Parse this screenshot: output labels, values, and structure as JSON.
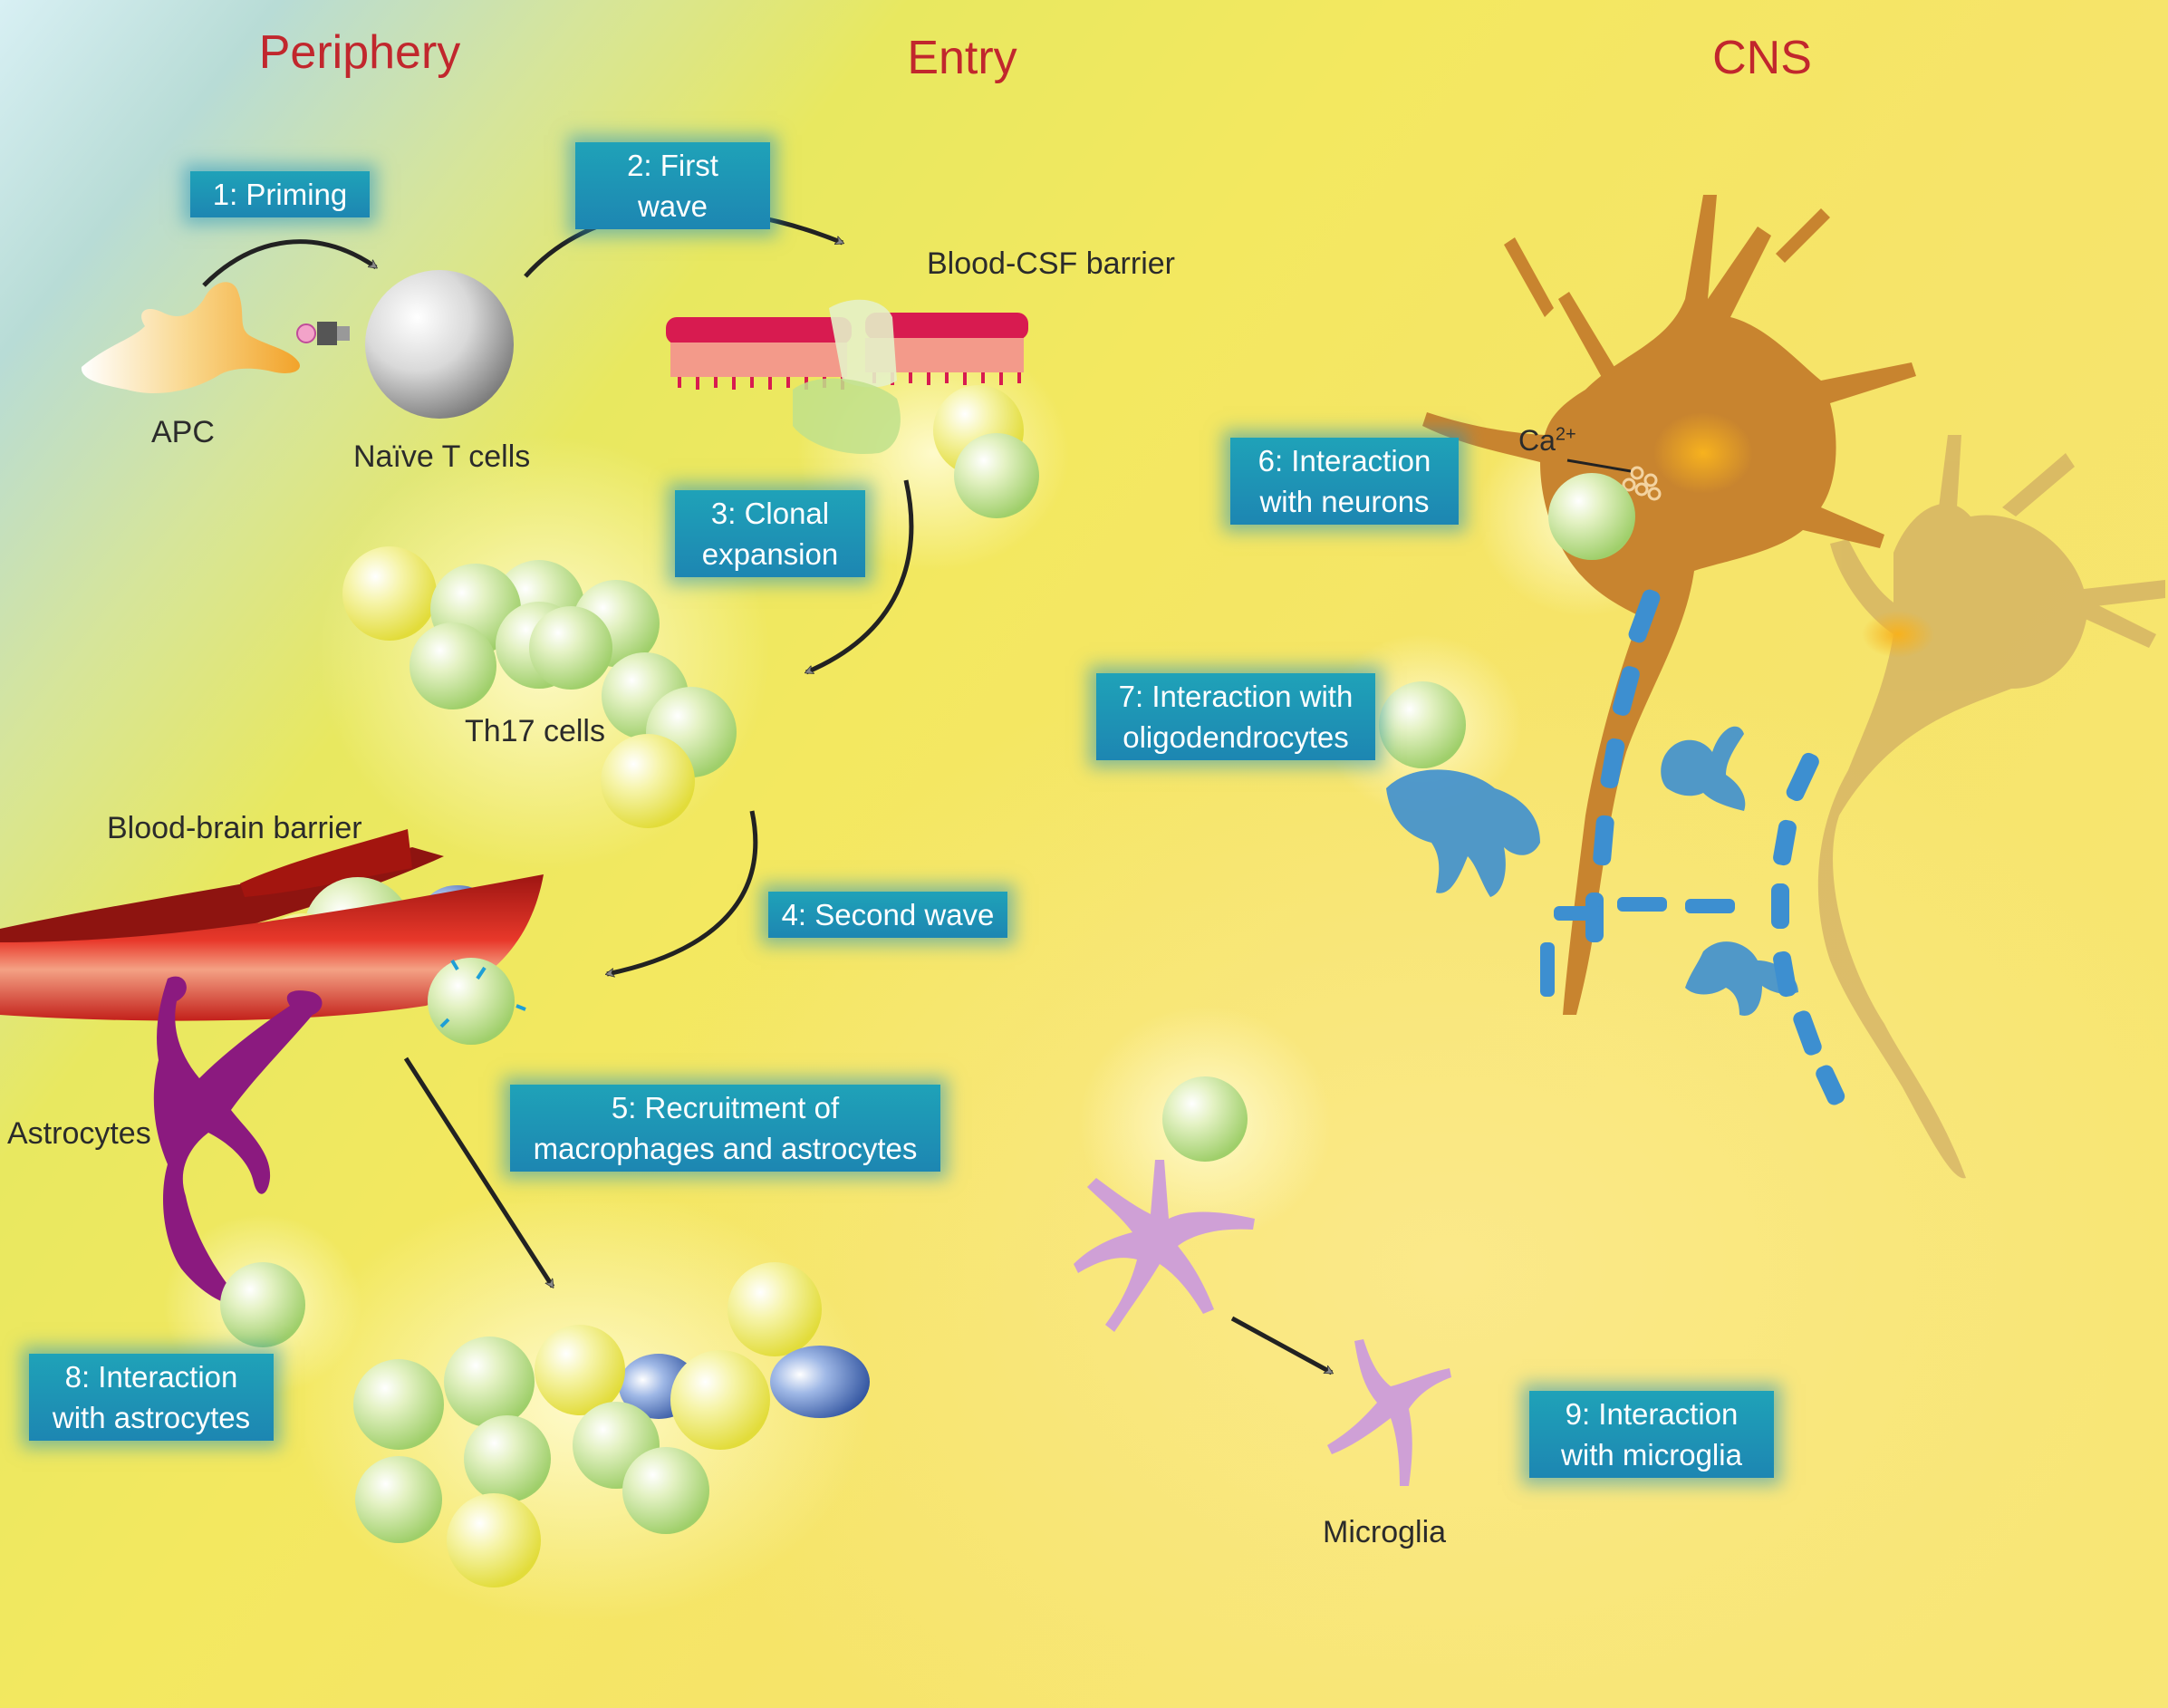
{
  "regions": {
    "periphery": "Periphery",
    "entry": "Entry",
    "cns": "CNS"
  },
  "steps": {
    "s1": [
      "1: Priming"
    ],
    "s2": [
      "2: First wave"
    ],
    "s3": [
      "3: Clonal",
      "expansion"
    ],
    "s4": [
      "4: Second wave"
    ],
    "s5": [
      "5: Recruitment of",
      "macrophages and astrocytes"
    ],
    "s6": [
      "6: Interaction",
      "with neurons"
    ],
    "s7": [
      "7: Interaction with",
      "oligodendrocytes"
    ],
    "s8": [
      "8: Interaction",
      "with astrocytes"
    ],
    "s9": [
      "9: Interaction",
      "with microglia"
    ]
  },
  "labels": {
    "apc": "APC",
    "naive_t_cells": "Naïve T cells",
    "blood_csf_barrier": "Blood-CSF barrier",
    "th17_cells": "Th17 cells",
    "blood_brain_barrier": "Blood-brain barrier",
    "astrocytes": "Astrocytes",
    "microglia": "Microglia",
    "calcium": "Ca",
    "calcium_charge": "2+"
  },
  "colors": {
    "region_title": "#c1272d",
    "step_box": "#1d8fb5",
    "t_cell_green": "#c8e59a",
    "t_cell_yellow": "#f3ef7a",
    "macrophage_blue": "#3d6fb8",
    "neuron": "#c8842f",
    "oligodendrocyte": "#3d8fd0",
    "astrocyte": "#8b1a7f",
    "microglia": "#cfa0d6",
    "vessel": "#d9261c"
  }
}
